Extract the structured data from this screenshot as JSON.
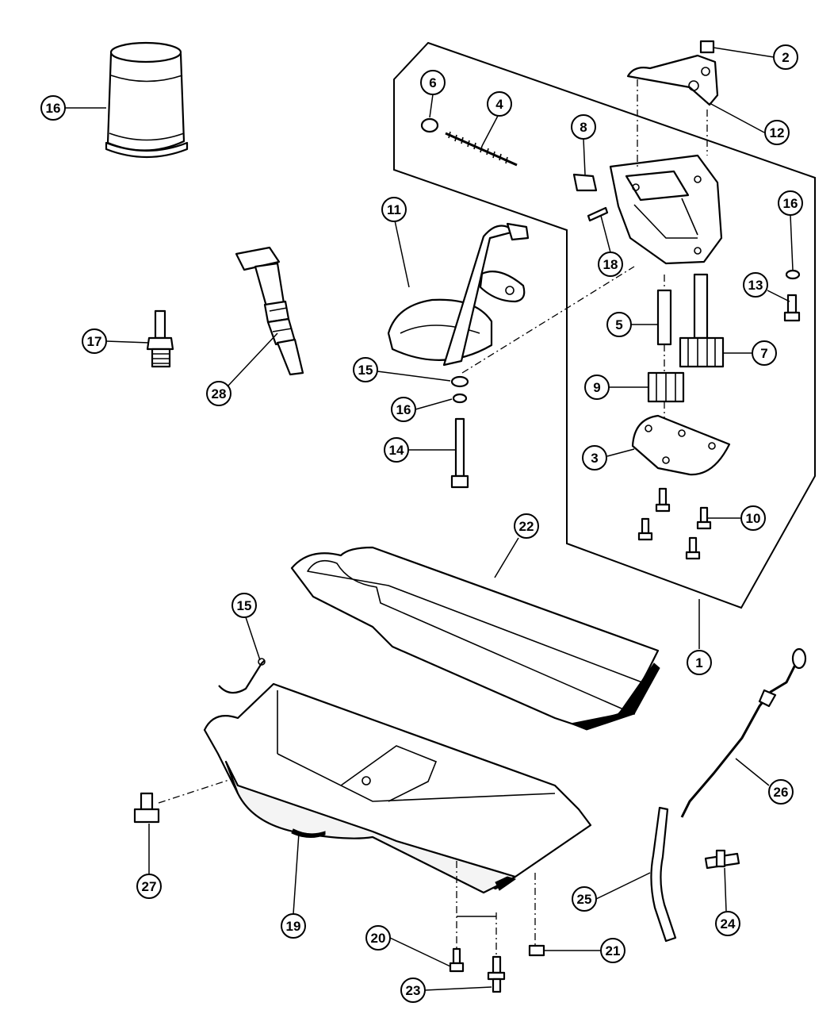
{
  "callouts": [
    {
      "id": "c1",
      "label": "1"
    },
    {
      "id": "c2",
      "label": "2"
    },
    {
      "id": "c3",
      "label": "3"
    },
    {
      "id": "c4",
      "label": "4"
    },
    {
      "id": "c5",
      "label": "5"
    },
    {
      "id": "c6",
      "label": "6"
    },
    {
      "id": "c7",
      "label": "7"
    },
    {
      "id": "c8",
      "label": "8"
    },
    {
      "id": "c9",
      "label": "9"
    },
    {
      "id": "c10",
      "label": "10"
    },
    {
      "id": "c11",
      "label": "11"
    },
    {
      "id": "c12",
      "label": "12"
    },
    {
      "id": "c13",
      "label": "13"
    },
    {
      "id": "c14",
      "label": "14"
    },
    {
      "id": "c15a",
      "label": "15"
    },
    {
      "id": "c15b",
      "label": "15"
    },
    {
      "id": "c16a",
      "label": "16"
    },
    {
      "id": "c16b",
      "label": "16"
    },
    {
      "id": "c16c",
      "label": "16"
    },
    {
      "id": "c17",
      "label": "17"
    },
    {
      "id": "c18",
      "label": "18"
    },
    {
      "id": "c19",
      "label": "19"
    },
    {
      "id": "c20",
      "label": "20"
    },
    {
      "id": "c21",
      "label": "21"
    },
    {
      "id": "c22",
      "label": "22"
    },
    {
      "id": "c23",
      "label": "23"
    },
    {
      "id": "c24",
      "label": "24"
    },
    {
      "id": "c25",
      "label": "25"
    },
    {
      "id": "c26",
      "label": "26"
    },
    {
      "id": "c27",
      "label": "27"
    },
    {
      "id": "c28",
      "label": "28"
    }
  ]
}
